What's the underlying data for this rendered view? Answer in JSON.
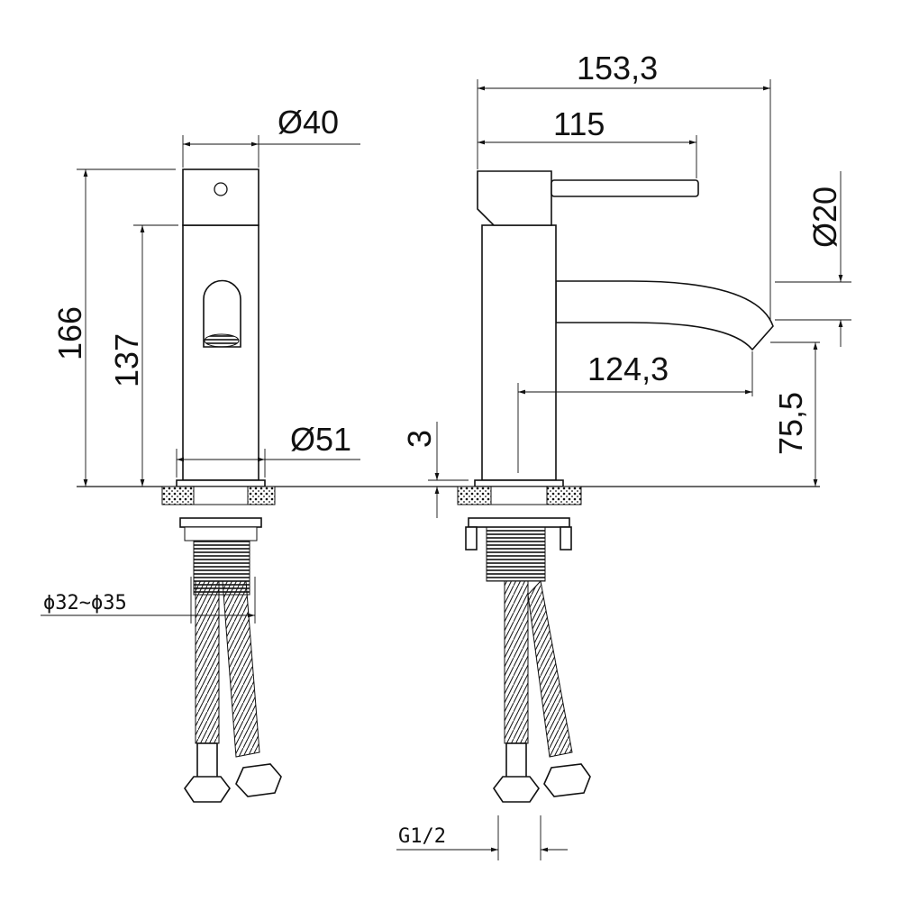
{
  "drawing": {
    "front_view": {
      "top_diameter": "Ø40",
      "total_height": "166",
      "body_height": "137",
      "base_diameter": "Ø51",
      "hole_diameter_range": "ϕ32~ϕ35"
    },
    "side_view": {
      "overall_reach": "153,3",
      "lever_length": "115",
      "spout_diameter": "Ø20",
      "spout_reach": "124,3",
      "spout_height": "75,5",
      "base_gap": "3",
      "connection_thread": "G1/2"
    }
  }
}
